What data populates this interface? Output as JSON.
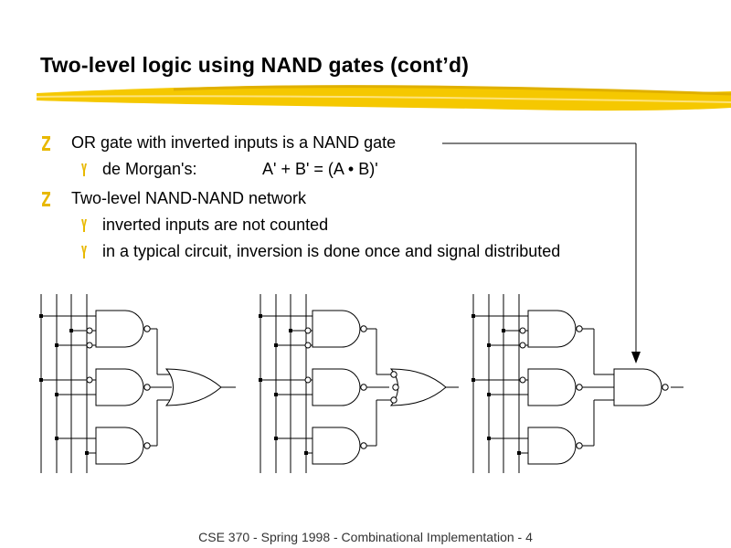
{
  "slide": {
    "title": "Two-level logic using NAND gates (cont’d)",
    "bullets": [
      {
        "text": "OR gate with inverted inputs is a NAND gate",
        "subitems": [
          {
            "text": "de Morgan's:",
            "formula": "A' + B' = (A • B)'"
          }
        ]
      },
      {
        "text": "Two-level NAND-NAND network",
        "subitems": [
          {
            "text": "inverted inputs are not counted"
          },
          {
            "text": "in a typical circuit, inversion is done once and signal distributed"
          }
        ]
      }
    ],
    "footer": "CSE 370 - Spring 1998 - Combinational Implementation - 4"
  },
  "colors": {
    "accent": "#f5c800",
    "bullet_z": "#e8b800",
    "bullet_y": "#e8b800"
  }
}
